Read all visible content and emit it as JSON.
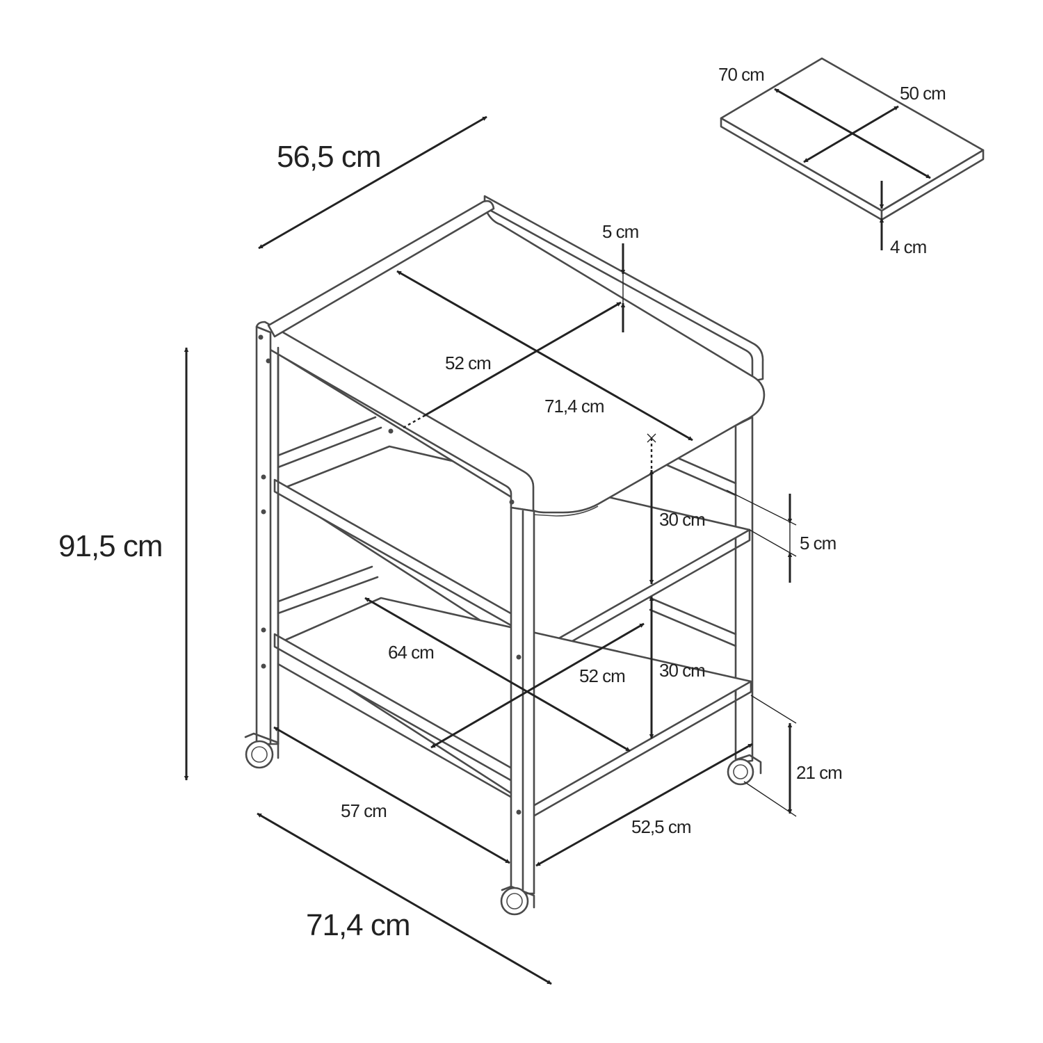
{
  "colors": {
    "line": "#4a4a4a",
    "dimension": "#222222",
    "background": "#ffffff"
  },
  "labels": {
    "depth_top": "56,5 cm",
    "height_total": "91,5 cm",
    "width_bottom": "71,4 cm",
    "mat_length": "70 cm",
    "mat_width": "50 cm",
    "mat_thickness": "4 cm",
    "rail_height": "5 cm",
    "top_depth": "52 cm",
    "top_width": "71,4 cm",
    "gap_upper": "30 cm",
    "shelf_thickness": "5 cm",
    "shelf_width": "64 cm",
    "shelf_depth": "52 cm",
    "gap_lower": "30 cm",
    "ground_clearance": "21 cm",
    "base_width": "57 cm",
    "base_depth": "52,5 cm"
  }
}
